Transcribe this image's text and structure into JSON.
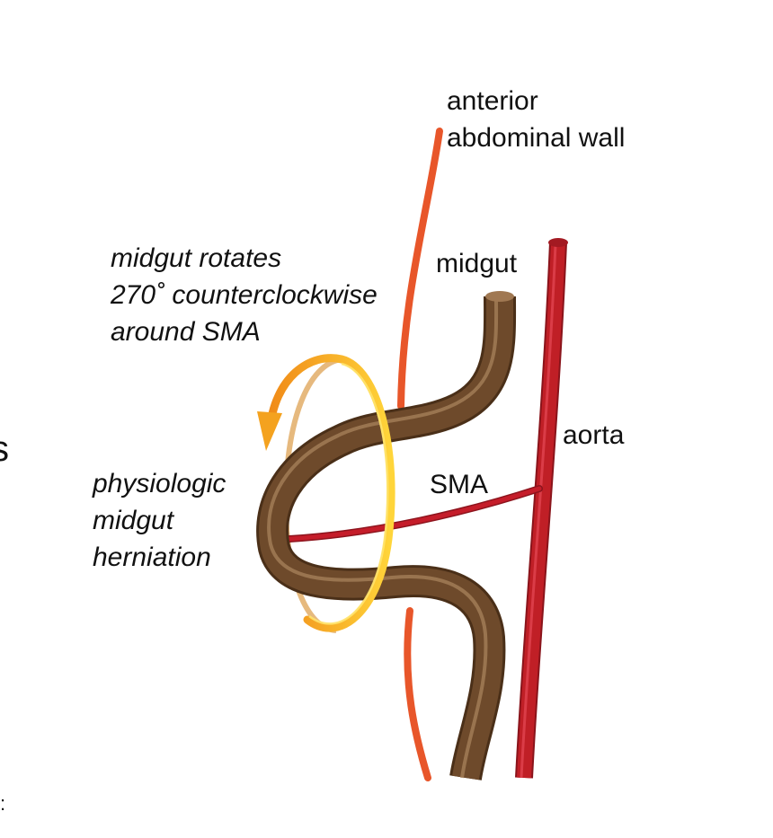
{
  "labels": {
    "anterior_wall": [
      "anterior",
      "abdominal wall"
    ],
    "midgut": "midgut",
    "rotation": [
      "midgut rotates",
      "270˚ counterclockwise",
      "around SMA"
    ],
    "aorta": "aorta",
    "sma": "SMA",
    "herniation": [
      "physiologic",
      "midgut",
      "herniation"
    ],
    "edge_glyph": "s",
    "edge_mark": ":"
  },
  "colors": {
    "abdominal_wall": "#e8562a",
    "aorta": "#c01f26",
    "aorta_highlight": "#e04450",
    "sma": "#c51d2a",
    "midgut": "#6e4a2b",
    "midgut_highlight": "#a8835c",
    "arrow": "#f4a21f",
    "arrow_highlight": "#ffd23a",
    "text": "#111111"
  }
}
